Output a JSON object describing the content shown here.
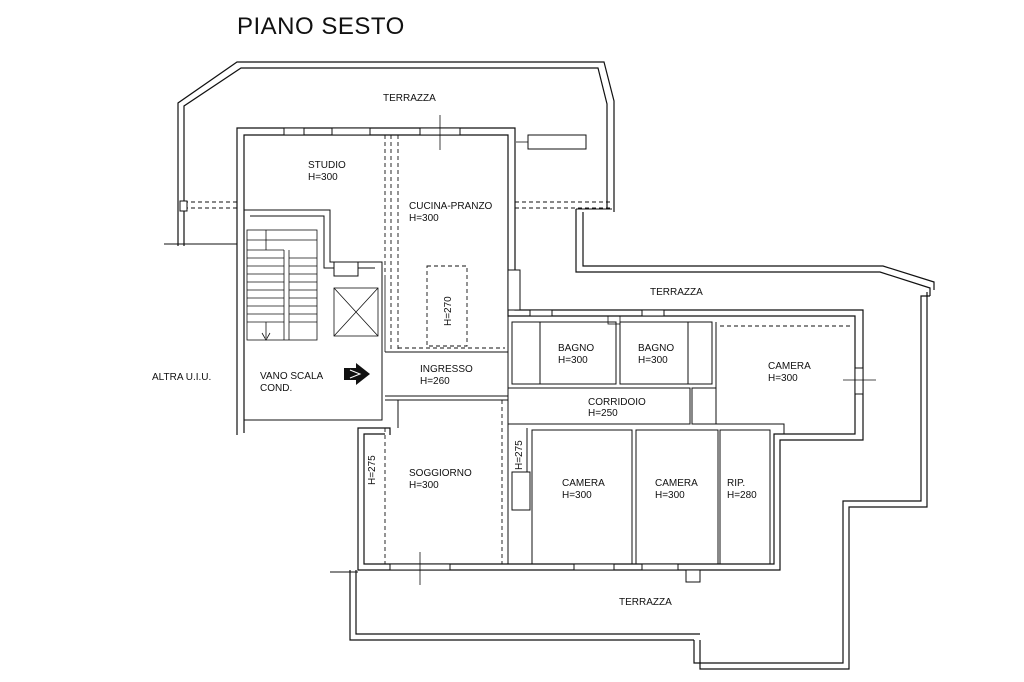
{
  "title": "PIANO SESTO",
  "rooms": {
    "terrazza_top": {
      "name": "TERRAZZA"
    },
    "terrazza_right": {
      "name": "TERRAZZA"
    },
    "terrazza_bottom": {
      "name": "TERRAZZA"
    },
    "studio": {
      "name": "STUDIO",
      "height": "H=300"
    },
    "cucina": {
      "name": "CUCINA-PRANZO",
      "height": "H=300"
    },
    "cucina_nook": {
      "height": "H=270"
    },
    "ingresso": {
      "name": "INGRESSO",
      "height": "H=260"
    },
    "bagno1": {
      "name": "BAGNO",
      "height": "H=300"
    },
    "bagno2": {
      "name": "BAGNO",
      "height": "H=300"
    },
    "camera_right": {
      "name": "CAMERA",
      "height": "H=300"
    },
    "corridoio": {
      "name": "CORRIDOIO",
      "height": "H=250"
    },
    "soggiorno": {
      "name": "SOGGIORNO",
      "height": "H=300"
    },
    "soggiorno_left": {
      "height": "H=275"
    },
    "soggiorno_right": {
      "height": "H=275"
    },
    "camera1": {
      "name": "CAMERA",
      "height": "H=300"
    },
    "camera2": {
      "name": "CAMERA",
      "height": "H=300"
    },
    "rip": {
      "name": "RIP.",
      "height": "H=280"
    },
    "vano_scala": {
      "name": "VANO SCALA",
      "sub": "COND."
    },
    "altra": {
      "name": "ALTRA U.I.U."
    }
  }
}
